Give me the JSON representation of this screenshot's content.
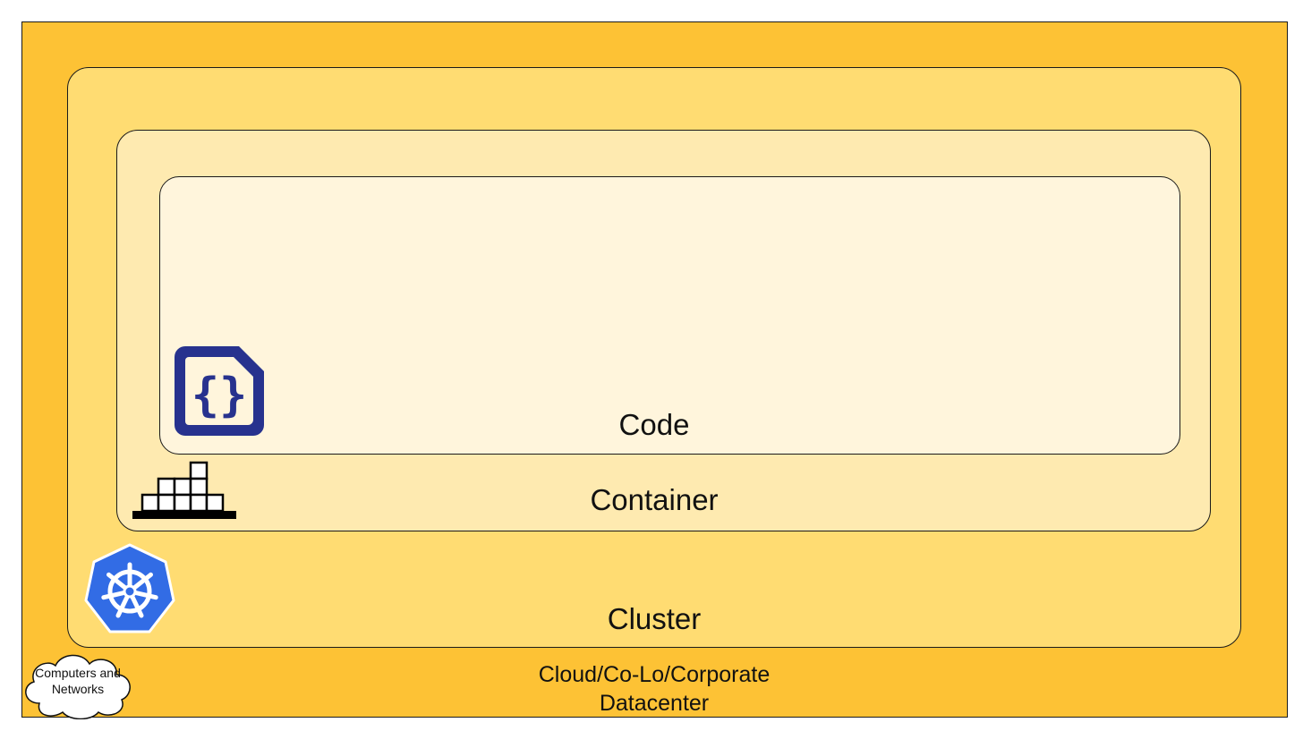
{
  "layers": {
    "datacenter": {
      "label": "Cloud/Co-Lo/Corporate Datacenter",
      "color": "#fdc235"
    },
    "cluster": {
      "label": "Cluster",
      "color": "#ffdc72"
    },
    "container": {
      "label": "Container",
      "color": "#feeab0"
    },
    "code": {
      "label": "Code",
      "color": "#fff5dc"
    }
  },
  "cloud": {
    "label": "Computers and Networks"
  },
  "icons": {
    "code": "code-file-braces-icon",
    "container": "container-blocks-icon",
    "cluster": "kubernetes-helm-icon",
    "network": "cloud-icon"
  },
  "colors": {
    "code_icon": "#27328e",
    "kubernetes": "#326ce5"
  }
}
